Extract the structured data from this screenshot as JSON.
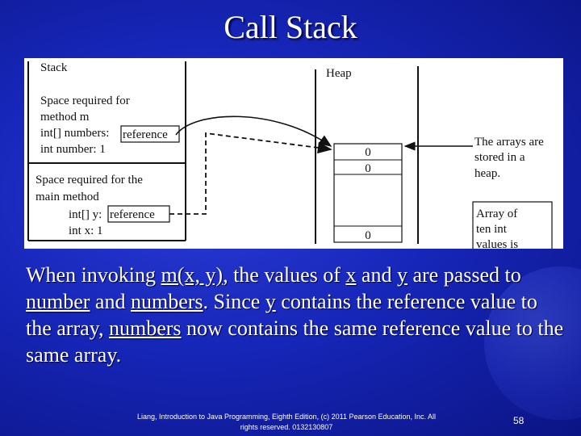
{
  "slide": {
    "title": "Call Stack",
    "page_number": "58",
    "footer_line1": "Liang, Introduction to Java Programming, Eighth Edition, (c) 2011 Pearson Education, Inc. All",
    "footer_line2": "rights reserved. 0132130807"
  },
  "diagram": {
    "stack_label": "Stack",
    "method_m_line1": "Space required for",
    "method_m_line2": "method m",
    "numbers_var": "int[] numbers:",
    "number_var": "int number: 1",
    "main_line1": "Space required for the",
    "main_line2": "main method",
    "y_var": "int[] y:",
    "x_var": "int x: 1",
    "reference_label_1": "reference",
    "reference_label_2": "reference",
    "heap_label": "Heap",
    "array_cells": [
      "0",
      "0",
      "0"
    ],
    "note_arrays": [
      "The arrays are",
      "stored in a",
      "heap."
    ],
    "note_array_of": [
      "Array of",
      "ten int",
      "values is"
    ]
  },
  "text": {
    "p1": "When invoking ",
    "p2": "m(x, y)",
    "p3": ", the values of ",
    "p4": "x",
    "p5": " and ",
    "p6": "y",
    "p7": " are passed to ",
    "p8": "number",
    "p9": " and ",
    "p10": "numbers",
    "p11": ". Since ",
    "p12": "y",
    "p13": " contains the reference value to the array, ",
    "p14": "numbers",
    "p15": " now contains the same reference value to the same array."
  },
  "colors": {
    "background": "#1626b8",
    "text": "#ffffff"
  }
}
